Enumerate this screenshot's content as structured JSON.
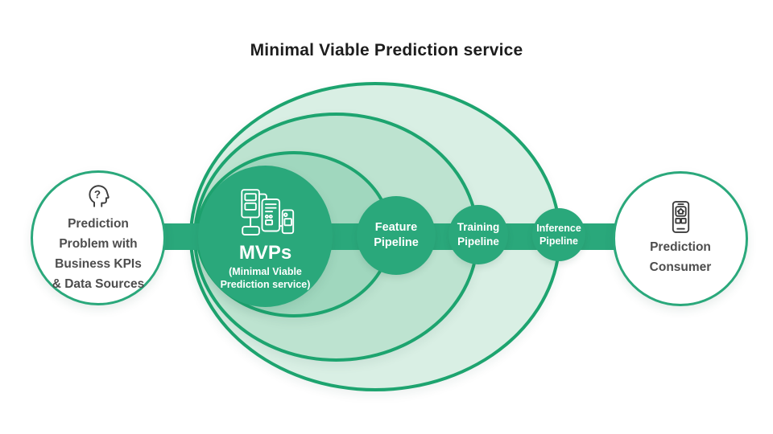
{
  "title": "Minimal Viable Prediction service",
  "colors": {
    "green": "#2aa87b",
    "green_stroke": "#1da46f",
    "ellipse_outer_fill": "#d9efe4",
    "ellipse_middle_fill": "#bde3d0",
    "ellipse_inner_fill": "#a0d7be",
    "text_dark": "#4d4d4d",
    "title_color": "#1d1d1d"
  },
  "flow": {
    "problem": {
      "icon": "thinking-head-icon",
      "lines": [
        "Prediction",
        "Problem with",
        "Business KPIs",
        "& Data Sources"
      ]
    },
    "mvps": {
      "icon": "connected-wireframes-icon",
      "name": "MVPs",
      "subtitle_lines": [
        "(Minimal Viable",
        "Prediction service)"
      ]
    },
    "pipelines": {
      "feature": {
        "lines": [
          "Feature",
          "Pipeline"
        ]
      },
      "training": {
        "lines": [
          "Training",
          "Pipeline"
        ]
      },
      "inference": {
        "lines": [
          "Inference",
          "Pipeline"
        ]
      }
    },
    "consumer": {
      "icon": "smartphone-home-app-icon",
      "lines": [
        "Prediction",
        "Consumer"
      ]
    }
  }
}
